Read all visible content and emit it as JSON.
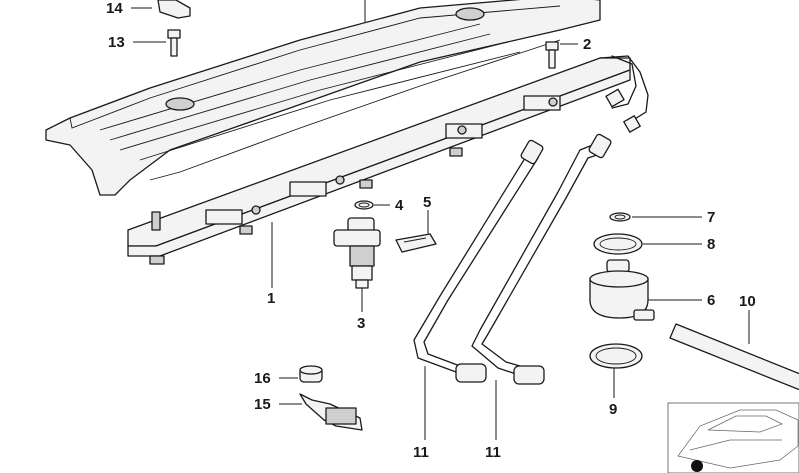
{
  "diagram": {
    "callouts": [
      {
        "id": "c14",
        "text": "14"
      },
      {
        "id": "c13",
        "text": "13"
      },
      {
        "id": "c2",
        "text": "2"
      },
      {
        "id": "c4",
        "text": "4"
      },
      {
        "id": "c5",
        "text": "5"
      },
      {
        "id": "c7",
        "text": "7"
      },
      {
        "id": "c8",
        "text": "8"
      },
      {
        "id": "c1",
        "text": "1"
      },
      {
        "id": "c6",
        "text": "6"
      },
      {
        "id": "c10",
        "text": "10"
      },
      {
        "id": "c3",
        "text": "3"
      },
      {
        "id": "c16",
        "text": "16"
      },
      {
        "id": "c15",
        "text": "15"
      },
      {
        "id": "c9",
        "text": "9"
      },
      {
        "id": "c11a",
        "text": "11"
      },
      {
        "id": "c11b",
        "text": "11"
      }
    ]
  }
}
